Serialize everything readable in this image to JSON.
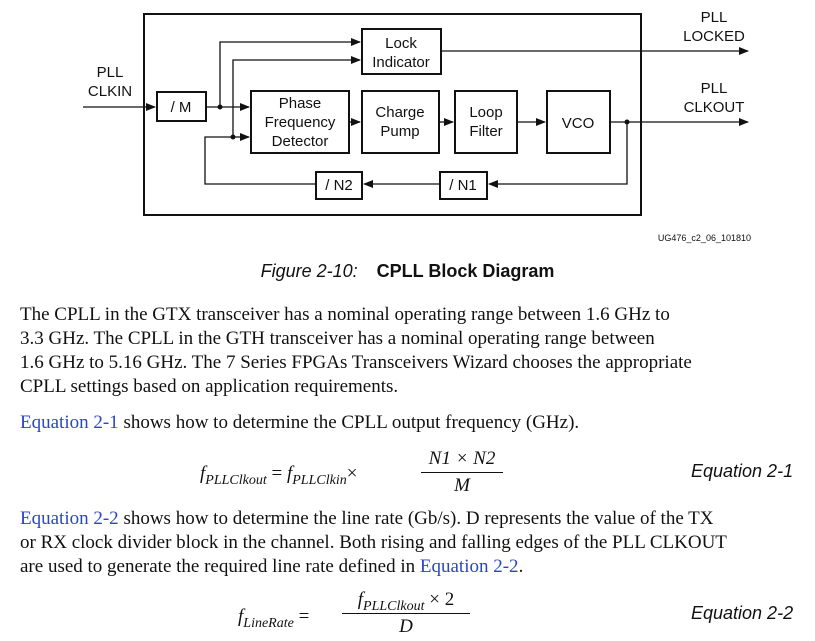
{
  "diagram": {
    "blocks": {
      "m_div": "/ M",
      "lock_line1": "Lock",
      "lock_line2": "Indicator",
      "pfd_line1": "Phase",
      "pfd_line2": "Frequency",
      "pfd_line3": "Detector",
      "cp_line1": "Charge",
      "cp_line2": "Pump",
      "lf_line1": "Loop",
      "lf_line2": "Filter",
      "vco": "VCO",
      "n2_div": "/ N2",
      "n1_div": "/ N1"
    },
    "signals": {
      "clkin_line1": "PLL",
      "clkin_line2": "CLKIN",
      "locked_line1": "PLL",
      "locked_line2": "LOCKED",
      "clkout_line1": "PLL",
      "clkout_line2": "CLKOUT"
    },
    "doc_id": "UG476_c2_06_101810"
  },
  "figure": {
    "number": "Figure 2-10:",
    "title": "CPLL Block Diagram"
  },
  "para1": {
    "l1": "The CPLL in the GTX transceiver has a nominal operating range between 1.6 GHz to",
    "l2": "3.3 GHz. The CPLL in the GTH transceiver has a nominal operating range between",
    "l3": "1.6 GHz to 5.16 GHz. The 7 Series FPGAs Transceivers Wizard chooses the appropriate",
    "l4": "CPLL settings based on application requirements."
  },
  "para2": {
    "link": "Equation 2-1",
    "text": " shows how to determine the CPLL output frequency (GHz)."
  },
  "eq1": {
    "lhs_f": "f",
    "lhs_sub": "PLLClkout",
    "eq": " = ",
    "rhs_f": "f",
    "rhs_sub": "PLLClkin",
    "times": "×",
    "num": "N1 × N2",
    "den": "M",
    "label": "Equation 2-1"
  },
  "para3": {
    "link1": "Equation 2-2",
    "text1": " shows how to determine the line rate (Gb/s). D represents the value of the TX",
    "l2": "or RX clock divider block in the channel. Both rising and falling edges of the PLL CLKOUT",
    "text3": "are used to generate the required line rate defined in ",
    "link2": "Equation 2-2",
    "end": "."
  },
  "eq2": {
    "lhs_f": "f",
    "lhs_sub": "LineRate",
    "eq": " = ",
    "num_f": "f",
    "num_sub": "PLLClkout",
    "num_rest": " × 2",
    "den": "D",
    "label": "Equation 2-2"
  }
}
